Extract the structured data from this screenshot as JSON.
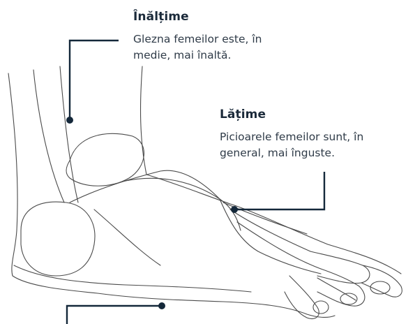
{
  "colors": {
    "outline": "#4a4a4a",
    "leader": "#14283a",
    "text": "#1b2a3a"
  },
  "callouts": {
    "height": {
      "title": "Înălțime",
      "desc_line1": "Glezna femeilor este, în",
      "desc_line2": "medie, mai înaltă."
    },
    "width": {
      "title": "Lățime",
      "desc_line1": "Picioarele femeilor sunt, în",
      "desc_line2": "general, mai înguste."
    }
  }
}
